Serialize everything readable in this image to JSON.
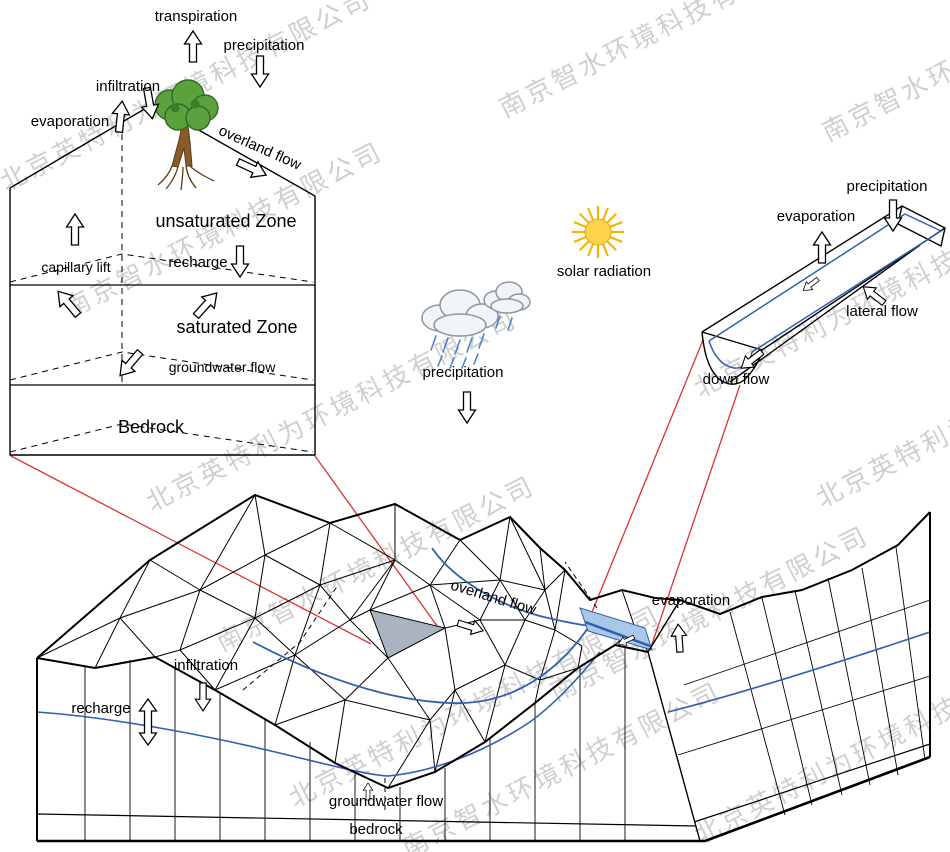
{
  "watermarks": {
    "company1": "北京英特利为环境科技有限公司",
    "company2": "南京智水环境科技有限公司"
  },
  "soil_column": {
    "transpiration": "transpiration",
    "precipitation": "precipitation",
    "infiltration": "infiltration",
    "evaporation": "evaporation",
    "overland_flow": "overland flow",
    "unsaturated_zone": "unsaturated Zone",
    "capillary_lift": "capillary lift",
    "recharge": "recharge",
    "saturated_zone": "saturated Zone",
    "groundwater_flow": "groundwater flow",
    "bedrock": "Bedrock"
  },
  "atmosphere": {
    "solar_radiation": "solar radiation",
    "precipitation": "precipitation"
  },
  "channel": {
    "precipitation": "precipitation",
    "evaporation": "evaporation",
    "lateral_flow": "lateral flow",
    "down_flow": "down flow"
  },
  "terrain": {
    "overland_flow": "overland flow",
    "evaporation": "evaporation",
    "infiltration": "infiltration",
    "recharge": "recharge",
    "groundwater_flow": "groundwater flow",
    "bedrock": "bedrock"
  },
  "colors": {
    "callout_red": "#e03131",
    "water_blue": "#2f5fae",
    "watermark_gray": "#c4c4c4",
    "sun_yellow": "#ffd34d",
    "foliage_green": "#5aa23e",
    "trunk_brown": "#8a5a2b",
    "element_gray": "#a9b4c0",
    "reach_fill": "#a9c7e6"
  }
}
